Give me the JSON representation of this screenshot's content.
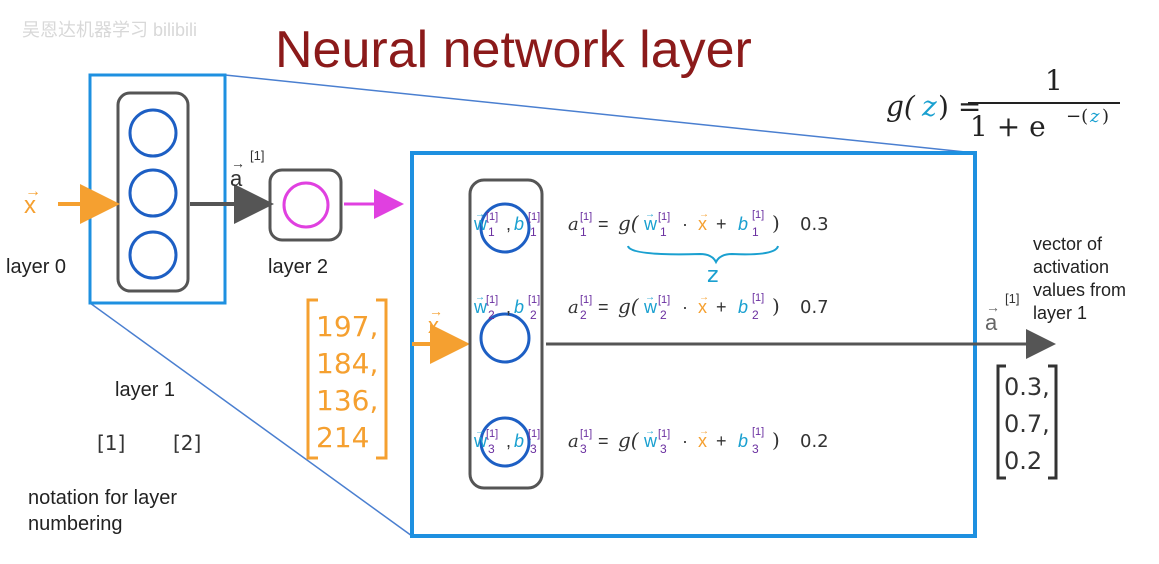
{
  "watermark": "吴恩达机器学习 bilibili",
  "title": "Neural network layer",
  "formula": {
    "lhs_g": "g(",
    "lhs_z": "z",
    "lhs_close": ") =",
    "numerator": "1",
    "denominator_prefix": "1 + e",
    "exponent_open": "−(",
    "exponent_z": "z",
    "exponent_close": ")"
  },
  "left_diagram": {
    "input_label": "x",
    "activation_label": "a",
    "activation_superscript": "[1]",
    "layer0_label": "layer 0",
    "layer2_label": "layer 2",
    "layer1_label": "layer 1",
    "bracket_1": "[1]",
    "bracket_2": "[2]",
    "notation_line1": "notation for layer",
    "notation_line2": "numbering"
  },
  "input_vector": [
    "197,",
    "184,",
    "136,",
    "214"
  ],
  "input_arrow_label": "x",
  "zoom_units": [
    {
      "w_sub": "1",
      "b_sub": "1",
      "a_sub": "1",
      "sup": "[1]",
      "value": "0.3"
    },
    {
      "w_sub": "2",
      "b_sub": "2",
      "a_sub": "2",
      "sup": "[1]",
      "value": "0.7"
    },
    {
      "w_sub": "3",
      "b_sub": "3",
      "a_sub": "3",
      "sup": "[1]",
      "value": "0.2"
    }
  ],
  "unit_symbols": {
    "w": "w",
    "b": "b",
    "a": "a",
    "g_open": "g(",
    "dot": "·",
    "x": "x",
    "plus": "+",
    "close": ")",
    "equals": "=",
    "comma": ","
  },
  "z_label": "z",
  "output": {
    "a_label": "a",
    "a_superscript": "[1]",
    "desc_line1": "vector of",
    "desc_line2": "activation",
    "desc_line3": "values from",
    "desc_line4": "layer 1",
    "vector": [
      "0.3,",
      "0.7,",
      "0.2"
    ]
  },
  "colors": {
    "title": "#8b1a1a",
    "blue_frame": "#1e90e0",
    "neuron_blue": "#1d5fc4",
    "neuron_pink": "#e040e0",
    "orange": "#f5a030",
    "purple": "#6a2fa0",
    "teal": "#1aa0d0",
    "gray_arrow": "#555555"
  }
}
